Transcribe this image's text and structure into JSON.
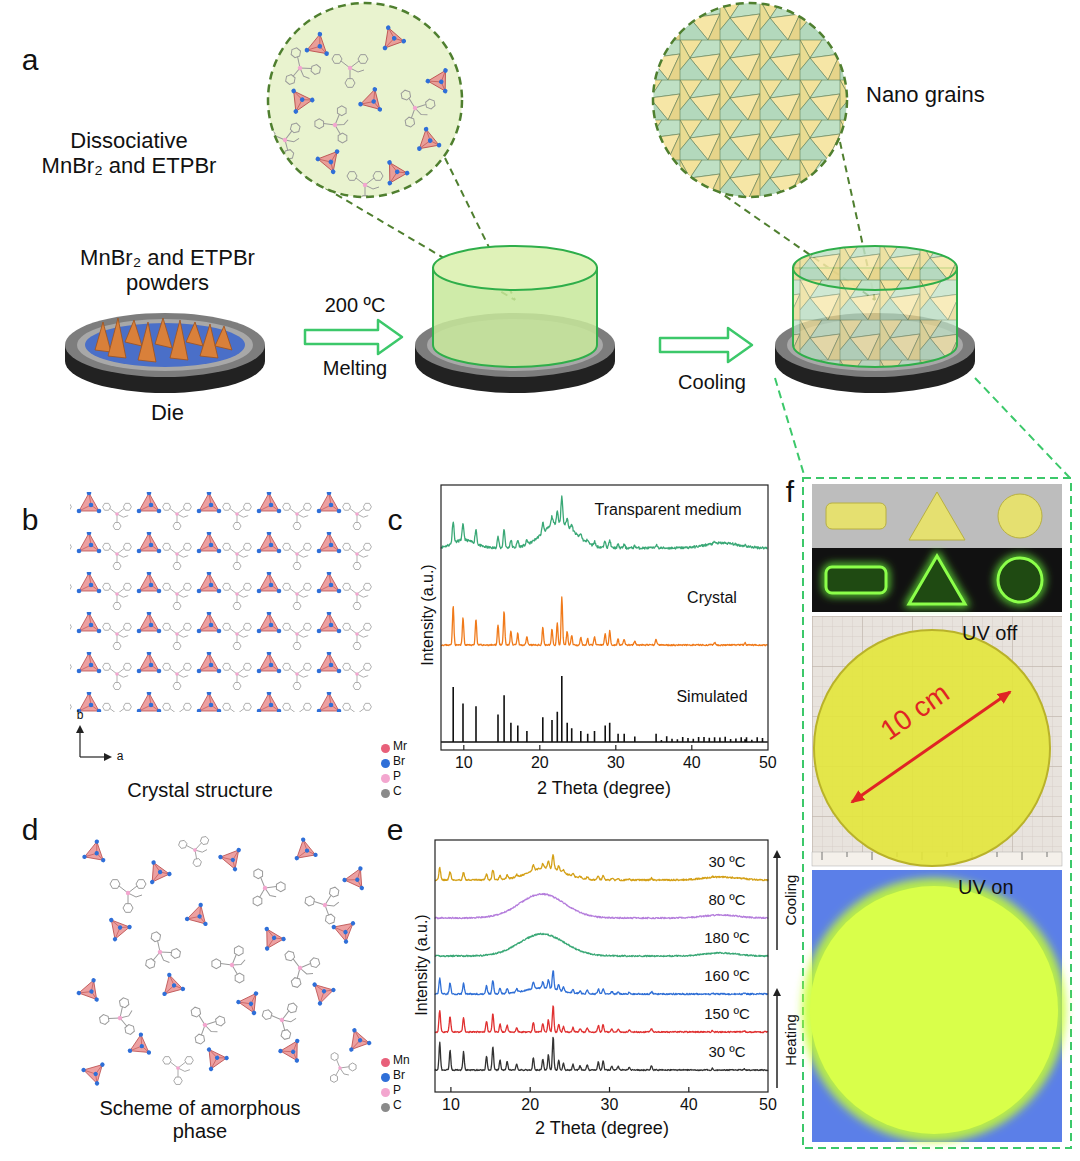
{
  "diagram": {
    "nodes": [
      {
        "text": [
          "Dissociative MnBr₂ and ETPBr"
        ]
      },
      {
        "text": [
          "Nano grains"
        ]
      },
      {
        "text": [
          "MnBr₂ and ETPBr powders",
          "Die"
        ]
      },
      {
        "text": [
          "UV off",
          "10 cm"
        ]
      },
      {
        "text": [
          "UV on"
        ]
      }
    ],
    "labels": [
      "a",
      "200 ºC",
      "Melting",
      "Cooling",
      "b",
      "b",
      "a",
      "Crystal structure",
      "c",
      "Transparent medium",
      "Crystal",
      "Simulated",
      "Intensity (a.u.)",
      "10",
      "20",
      "30",
      "40",
      "50",
      "2 Theta (degree)",
      "d",
      "Scheme of amorphous phase",
      "e",
      "30 ºC",
      "80 ºC",
      "180 ºC",
      "160 ºC",
      "150 ºC",
      "30 ºC",
      "Cooling",
      "Heating",
      "Intensity (a.u.)",
      "10",
      "20",
      "30",
      "40",
      "50",
      "2 Theta (degree)",
      "f"
    ],
    "legend": [
      {
        "text": "Mr",
        "color": "#e8607a"
      },
      {
        "text": "Br",
        "color": "#2f6fd8"
      },
      {
        "text": "P",
        "color": "#f3a6cf"
      },
      {
        "text": "C",
        "color": "#8a8a8a"
      },
      {
        "text": "Mn",
        "color": "#e8607a"
      },
      {
        "text": "Br",
        "color": "#2f6fd8"
      },
      {
        "text": "P",
        "color": "#f3a6cf"
      },
      {
        "text": "C",
        "color": "#8a8a8a"
      }
    ]
  }
}
